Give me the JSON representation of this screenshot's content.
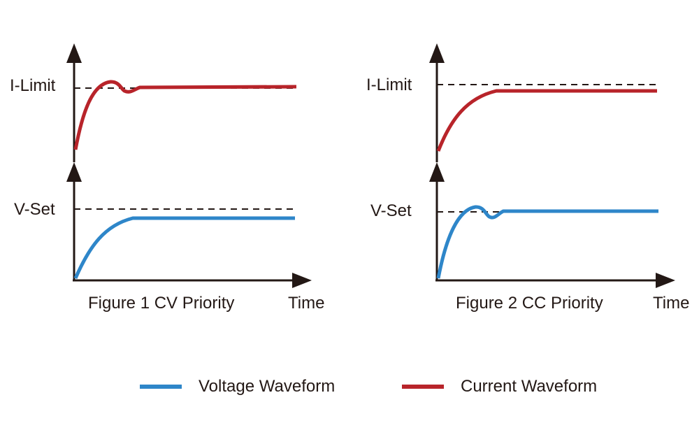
{
  "figure1": {
    "caption": "Figure 1 CV  Priority",
    "time_label": "Time",
    "current_ref_label": "I-Limit",
    "voltage_ref_label": "V-Set"
  },
  "figure2": {
    "caption": "Figure 2 CC Priority",
    "time_label": "Time",
    "current_ref_label": "I-Limit",
    "voltage_ref_label": "V-Set"
  },
  "legend": {
    "voltage": {
      "label": "Voltage Waveform",
      "color": "#2e86c9"
    },
    "current": {
      "label": "Current Waveform",
      "color": "#b8242a"
    }
  },
  "colors": {
    "axis": "#231815",
    "dashed": "#231815"
  }
}
